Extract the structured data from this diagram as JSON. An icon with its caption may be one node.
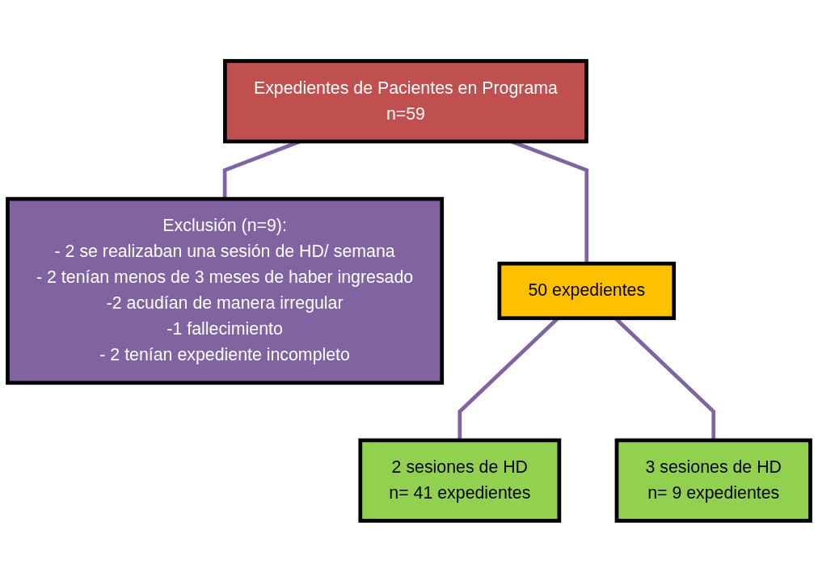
{
  "diagram": {
    "nodes": [
      {
        "text": [
          "Expedientes de Pacientes en Programa",
          "n=59"
        ]
      },
      {
        "text": [
          "Exclusión (n=9):",
          "- 2 se realizaban una sesión de HD/ semana",
          "- 2 tenían menos de 3 meses de haber ingresado",
          "-2 acudían de manera irregular",
          "-1 fallecimiento",
          "- 2 tenían expediente incompleto"
        ]
      },
      {
        "text": [
          "50 expedientes"
        ]
      },
      {
        "text": [
          "2 sesiones de HD",
          "n= 41 expedientes"
        ]
      },
      {
        "text": [
          "3 sesiones de HD",
          "n= 9 expedientes"
        ]
      }
    ],
    "edges": [
      {
        "from": 0,
        "to": 1,
        "arrow": "none"
      },
      {
        "from": 0,
        "to": 2,
        "arrow": "none"
      },
      {
        "from": 2,
        "to": 3,
        "arrow": "none"
      },
      {
        "from": 2,
        "to": 4,
        "arrow": "none"
      }
    ]
  }
}
